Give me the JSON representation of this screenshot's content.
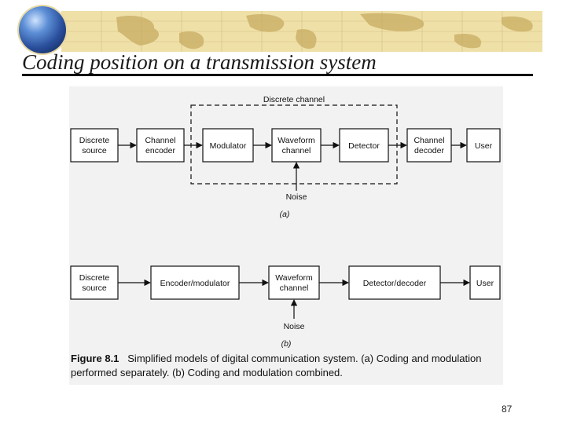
{
  "slide": {
    "title": "Coding position on a transmission system",
    "page_number": "87"
  },
  "figure": {
    "a": {
      "discrete_channel_label": "Discrete channel",
      "blocks": [
        [
          "Discrete",
          "source"
        ],
        [
          "Channel",
          "encoder"
        ],
        [
          "Modulator"
        ],
        [
          "Waveform",
          "channel"
        ],
        [
          "Detector"
        ],
        [
          "Channel",
          "decoder"
        ],
        [
          "User"
        ]
      ],
      "noise_label": "Noise",
      "sublabel": "(a)"
    },
    "b": {
      "blocks": [
        [
          "Discrete",
          "source"
        ],
        [
          "Encoder/modulator"
        ],
        [
          "Waveform",
          "channel"
        ],
        [
          "Detector/decoder"
        ],
        [
          "User"
        ]
      ],
      "noise_label": "Noise",
      "sublabel": "(b)"
    },
    "caption": {
      "label": "Figure 8.1",
      "text": "Simplified models of digital communication system. (a) Coding and modulation performed separately. (b) Coding and modulation combined."
    }
  }
}
